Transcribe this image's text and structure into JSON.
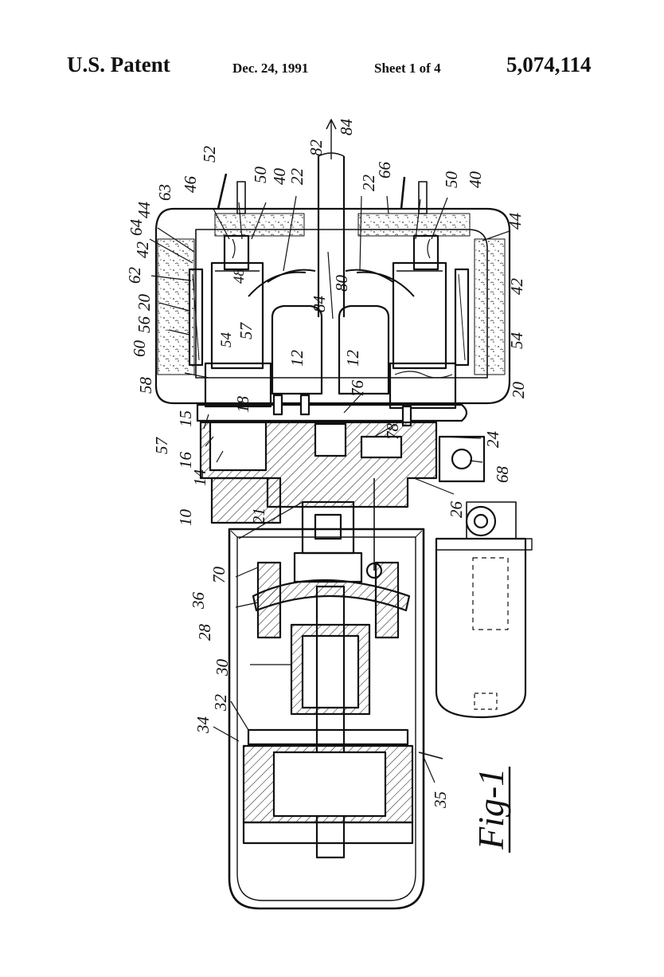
{
  "header": {
    "patent_label": "U.S. Patent",
    "date": "Dec. 24, 1991",
    "sheet": "Sheet 1 of 4",
    "patent_number": "5,074,114"
  },
  "figure": {
    "label": "Fig-1",
    "reference_numerals": [
      "84",
      "82",
      "66",
      "52",
      "50",
      "40",
      "22",
      "46",
      "63",
      "44",
      "64",
      "42",
      "62",
      "20",
      "56",
      "60",
      "58",
      "48",
      "57",
      "54",
      "12",
      "80",
      "15",
      "18",
      "76",
      "16",
      "14",
      "10",
      "78",
      "24",
      "68",
      "21",
      "26",
      "70",
      "36",
      "28",
      "30",
      "32",
      "34",
      "35"
    ]
  }
}
